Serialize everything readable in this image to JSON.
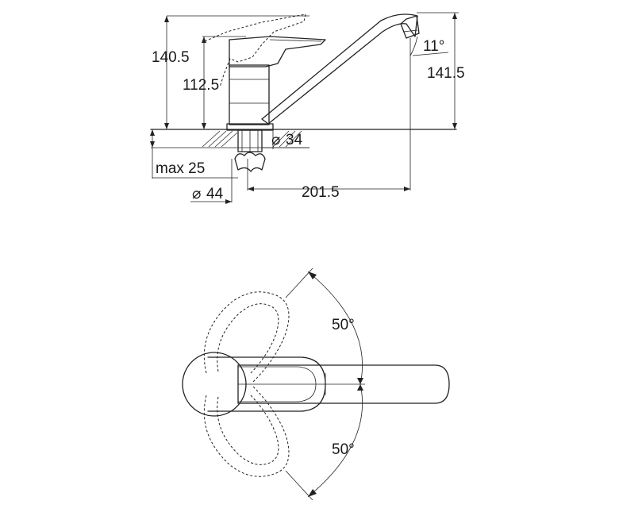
{
  "diagram": {
    "side_view": {
      "dimensions": {
        "height_total": "140.5",
        "height_body": "112.5",
        "spout_height": "141.5",
        "spout_angle": "11°",
        "base_diameter": "34",
        "max_thickness": "max 25",
        "mount_diameter": "44",
        "spout_reach": "201.5"
      },
      "diameter_symbol": "⌀"
    },
    "top_view": {
      "rotation_left": "50°",
      "rotation_right": "50°"
    }
  }
}
